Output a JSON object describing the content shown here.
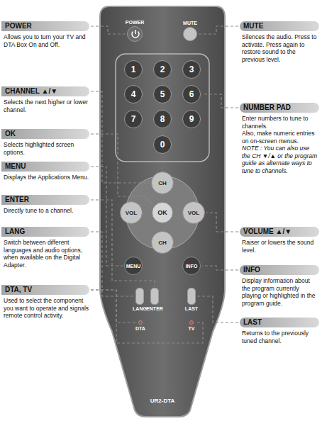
{
  "diagram": {
    "nodes": [
      {
        "text": [
          "POWER",
          "Allows you to turn your TV and DTA Box On and Off."
        ]
      },
      {
        "text": [
          "CHANNEL ▲/▼",
          "Selects the next higher or lower channel."
        ]
      },
      {
        "text": [
          "OK",
          "Selects highlighted screen options."
        ]
      },
      {
        "text": [
          "MENU",
          "Displays the Applications Menu."
        ]
      },
      {
        "text": [
          "ENTER",
          "Directly tune to a channel."
        ]
      },
      {
        "text": [
          "LANG",
          "Switch between different languages and audio options, when available on the Digital Adapter."
        ]
      },
      {
        "text": [
          "DTA, TV",
          "Used to select the component you want to operate and signals remote control activity."
        ]
      },
      {
        "text": [
          "MUTE",
          "Silences the audio. Press to activate. Press again to restore sound to the previous level."
        ]
      },
      {
        "text": [
          "NUMBER PAD",
          "Enter numbers to tune to channels.",
          "Also, make numeric entries on on-screen menus.",
          "NOTE : You can also use the CH ▼/▲ or the program guide as alternate ways to tune to channels."
        ]
      },
      {
        "text": [
          "VOLUME ▲/▼",
          "Raiser or lowers the sound level."
        ]
      },
      {
        "text": [
          "INFO",
          "Display information about the program currently playing or highlighted in the program guide."
        ]
      },
      {
        "text": [
          "LAST",
          "Returns to the previously tuned channel."
        ]
      },
      {
        "text": [
          "UR2-DTA"
        ]
      },
      {
        "text": [
          "POWER"
        ],
        "in": 12
      },
      {
        "text": [
          "MUTE"
        ],
        "in": 12
      },
      {
        "text": [
          "1"
        ],
        "in": 12
      },
      {
        "text": [
          "2"
        ],
        "in": 12
      },
      {
        "text": [
          "3"
        ],
        "in": 12
      },
      {
        "text": [
          "4"
        ],
        "in": 12
      },
      {
        "text": [
          "5"
        ],
        "in": 12
      },
      {
        "text": [
          "6"
        ],
        "in": 12
      },
      {
        "text": [
          "7"
        ],
        "in": 12
      },
      {
        "text": [
          "8"
        ],
        "in": 12
      },
      {
        "text": [
          "9"
        ],
        "in": 12
      },
      {
        "text": [
          "0"
        ],
        "in": 12
      },
      {
        "text": [
          "CH"
        ],
        "in": 12
      },
      {
        "text": [
          "VOL"
        ],
        "in": 12
      },
      {
        "text": [
          "OK"
        ],
        "in": 12
      },
      {
        "text": [
          "VOL"
        ],
        "in": 12
      },
      {
        "text": [
          "CH"
        ],
        "in": 12
      },
      {
        "text": [
          "MENU"
        ],
        "in": 12
      },
      {
        "text": [
          "INFO"
        ],
        "in": 12
      },
      {
        "text": [
          "LANG"
        ],
        "in": 12
      },
      {
        "text": [
          "ENTER"
        ],
        "in": 12
      },
      {
        "text": [
          "LAST"
        ],
        "in": 12
      },
      {
        "text": [
          "DTA"
        ],
        "in": 12
      },
      {
        "text": [
          "TV"
        ],
        "in": 12
      }
    ],
    "edges": [
      {
        "from": 0,
        "to": 13,
        "arrow": "none"
      },
      {
        "from": 1,
        "to": 25,
        "arrow": "none"
      },
      {
        "from": 2,
        "to": 27,
        "arrow": "none"
      },
      {
        "from": 3,
        "to": 30,
        "arrow": "none"
      },
      {
        "from": 4,
        "to": 33,
        "arrow": "none"
      },
      {
        "from": 5,
        "to": 32,
        "arrow": "none"
      },
      {
        "from": 6,
        "to": 35,
        "arrow": "none"
      },
      {
        "from": 6,
        "to": 36,
        "arrow": "none"
      },
      {
        "from": 7,
        "to": 14,
        "arrow": "none"
      },
      {
        "from": 8,
        "to": 20,
        "arrow": "none"
      },
      {
        "from": 9,
        "to": 28,
        "arrow": "none"
      },
      {
        "from": 10,
        "to": 31,
        "arrow": "none"
      },
      {
        "from": 11,
        "to": 34,
        "arrow": "none"
      }
    ]
  }
}
